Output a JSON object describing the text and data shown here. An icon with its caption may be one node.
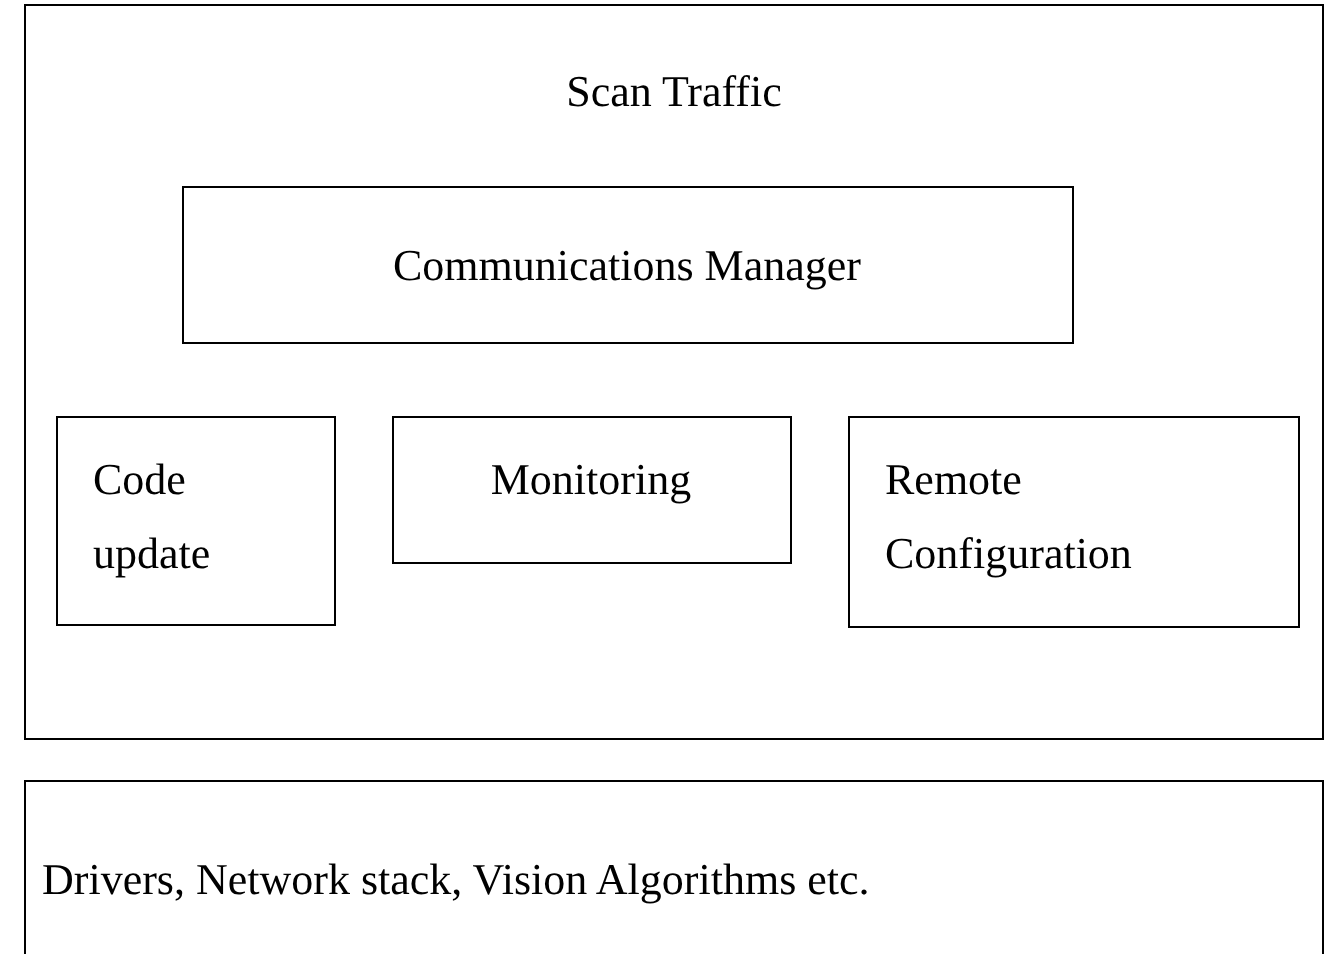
{
  "diagram": {
    "nodes": [
      {
        "text": [
          "Scan Traffic"
        ]
      },
      {
        "text": [
          "Communications Manager"
        ],
        "in": 0
      },
      {
        "text": [
          "Code update"
        ],
        "in": 0
      },
      {
        "text": [
          "Monitoring"
        ],
        "in": 0
      },
      {
        "text": [
          "Remote Configuration"
        ],
        "in": 0
      },
      {
        "text": [
          "Drivers, Network stack, Vision Algorithms etc."
        ]
      }
    ]
  }
}
